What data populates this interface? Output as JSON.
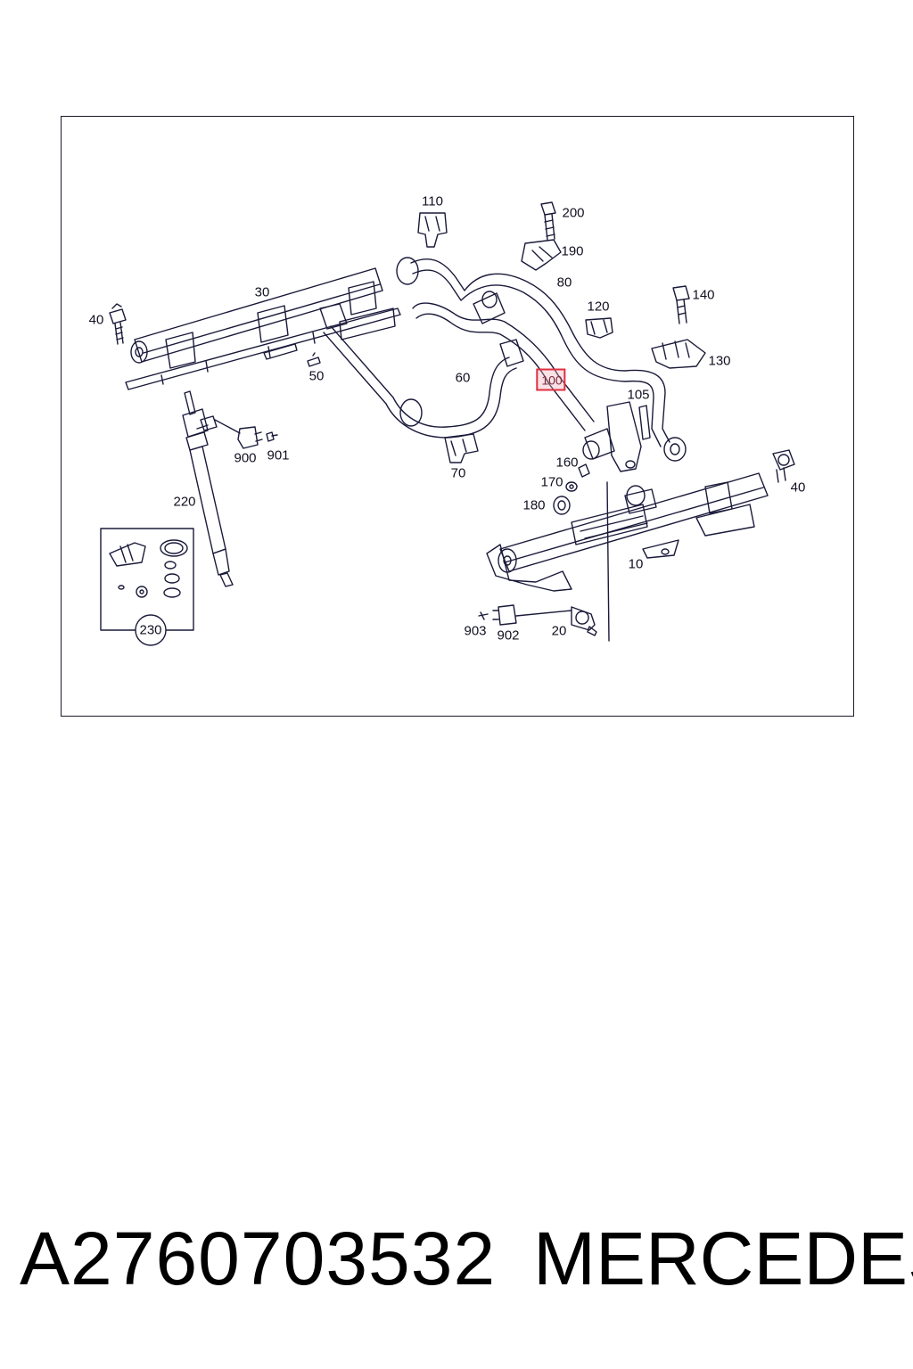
{
  "diagram": {
    "callouts": [
      {
        "id": "110",
        "text": "110"
      },
      {
        "id": "200",
        "text": "200"
      },
      {
        "id": "190",
        "text": "190"
      },
      {
        "id": "30",
        "text": "30"
      },
      {
        "id": "80",
        "text": "80"
      },
      {
        "id": "140",
        "text": "140"
      },
      {
        "id": "40-left",
        "text": "40"
      },
      {
        "id": "120",
        "text": "120"
      },
      {
        "id": "130",
        "text": "130"
      },
      {
        "id": "50",
        "text": "50"
      },
      {
        "id": "60",
        "text": "60"
      },
      {
        "id": "100",
        "text": "100",
        "highlight": true
      },
      {
        "id": "105",
        "text": "105"
      },
      {
        "id": "900",
        "text": "900"
      },
      {
        "id": "901",
        "text": "901"
      },
      {
        "id": "160",
        "text": "160"
      },
      {
        "id": "70",
        "text": "70"
      },
      {
        "id": "40-right",
        "text": "40"
      },
      {
        "id": "170",
        "text": "170"
      },
      {
        "id": "220",
        "text": "220"
      },
      {
        "id": "180",
        "text": "180"
      },
      {
        "id": "10",
        "text": "10"
      },
      {
        "id": "903",
        "text": "903"
      },
      {
        "id": "902",
        "text": "902"
      },
      {
        "id": "20",
        "text": "20"
      },
      {
        "id": "230",
        "text": "230"
      }
    ],
    "highlight_color": "#e03040",
    "line_color": "#1a1a3a"
  },
  "footer": {
    "part_number": "A2760703532",
    "brand": "MERCEDES"
  }
}
